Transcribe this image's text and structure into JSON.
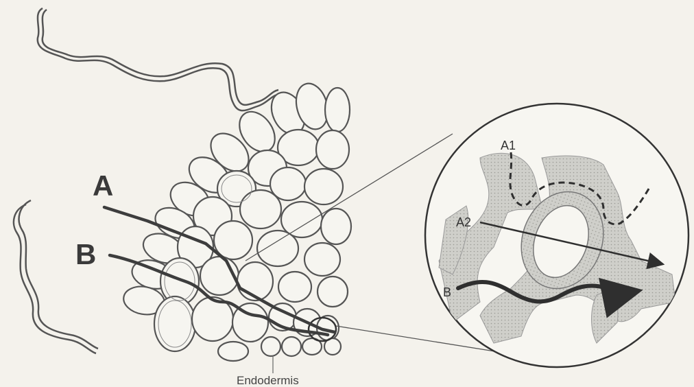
{
  "labels": {
    "path_a": "A",
    "path_b": "B",
    "inset_a1": "A1",
    "inset_a2": "A2",
    "inset_b": "B",
    "endodermis": "Endodermis"
  },
  "colors": {
    "background": "#f4f2ec",
    "line": "#3d3d3d",
    "cell_wall_shading": "#c9c9c4",
    "cell_stroke": "#555555"
  }
}
